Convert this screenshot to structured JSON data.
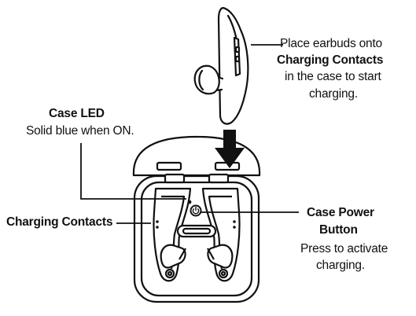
{
  "callouts": {
    "place_earbuds": {
      "line1": "Place earbuds onto",
      "line2": "Charging Contacts",
      "line3": "in the case to start",
      "line4": "charging."
    },
    "case_led": {
      "title": "Case LED",
      "desc": "Solid blue when ON."
    },
    "charging_contacts": {
      "title": "Charging Contacts"
    },
    "case_power_button": {
      "title_line1": "Case Power",
      "title_line2": "Button",
      "desc_line1": "Press to activate",
      "desc_line2": "charging."
    }
  },
  "icons": [
    "earbud-illustration",
    "down-arrow-icon",
    "charging-case-illustration",
    "power-icon"
  ]
}
